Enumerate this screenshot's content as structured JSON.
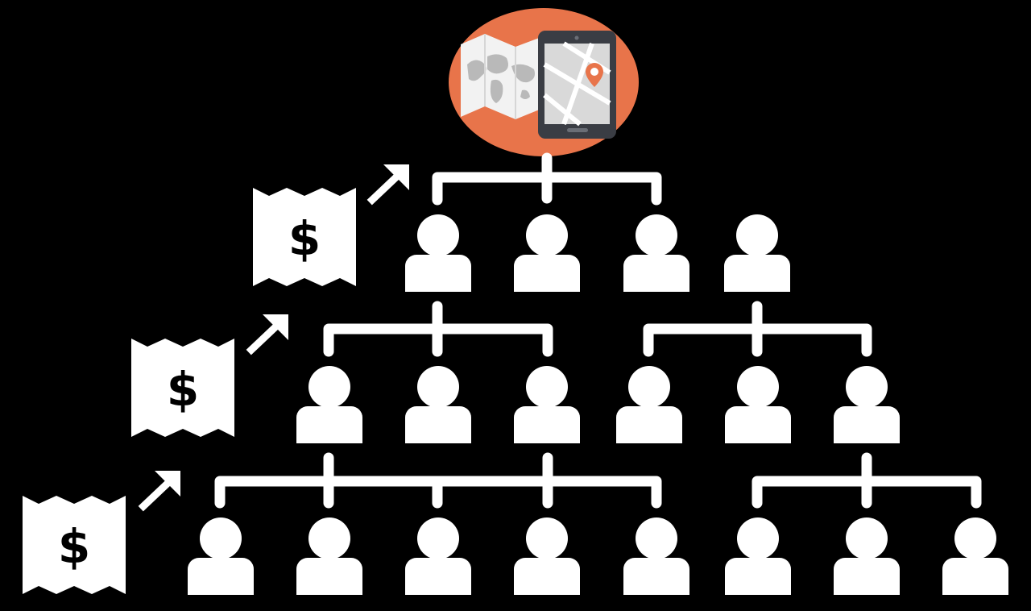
{
  "colors": {
    "background": "#000000",
    "foreground": "#ffffff",
    "accent": "#e8744a",
    "map_paper": "#f2f2f2",
    "map_land": "#b9b9b9",
    "phone_body": "#3a3d44",
    "phone_screen": "#d9d9d9",
    "phone_roads": "#ffffff",
    "pin": "#e8744a"
  },
  "top_icon": {
    "icon": "map-and-phone-location-icon"
  },
  "money_symbol": "$",
  "payout_icon": "banknote-icon",
  "arrow_icon": "arrow-up-right-icon",
  "person_icon": "person-icon",
  "levels": [
    {
      "name": "level-1",
      "people": 4
    },
    {
      "name": "level-2",
      "people": 6
    },
    {
      "name": "level-3",
      "people": 8
    }
  ],
  "payouts": 3
}
